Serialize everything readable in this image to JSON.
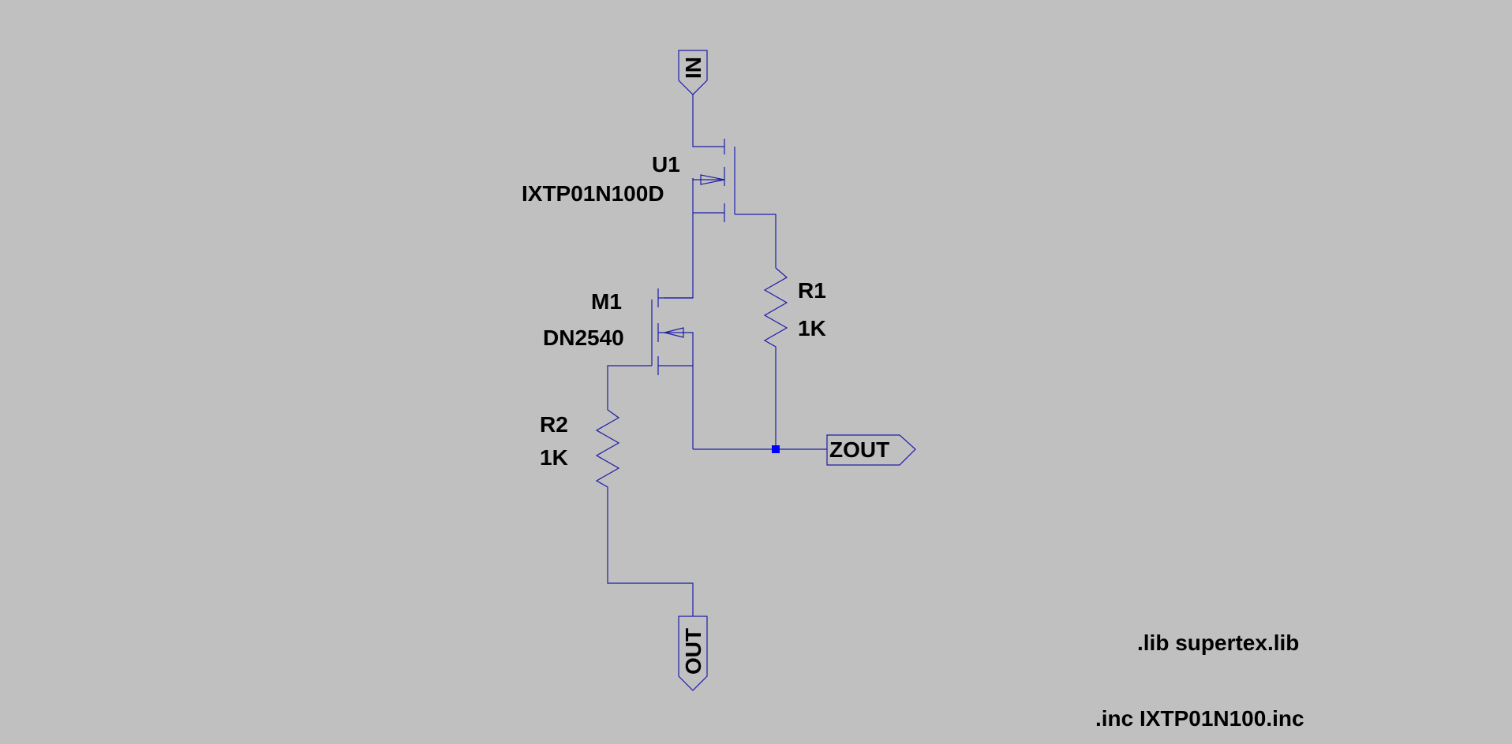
{
  "components": {
    "u1": {
      "ref": "U1",
      "value": "IXTP01N100D"
    },
    "m1": {
      "ref": "M1",
      "value": "DN2540"
    },
    "r1": {
      "ref": "R1",
      "value": "1K"
    },
    "r2": {
      "ref": "R2",
      "value": "1K"
    }
  },
  "nets": {
    "in": "IN",
    "out": "OUT",
    "zout": "ZOUT"
  },
  "directives": [
    ".lib supertex.lib",
    ".inc IXTP01N100.inc"
  ],
  "colors": {
    "background": "#c0c0c0",
    "wire": "#1c1ca8",
    "junction": "#0000ff",
    "text": "#000000"
  }
}
